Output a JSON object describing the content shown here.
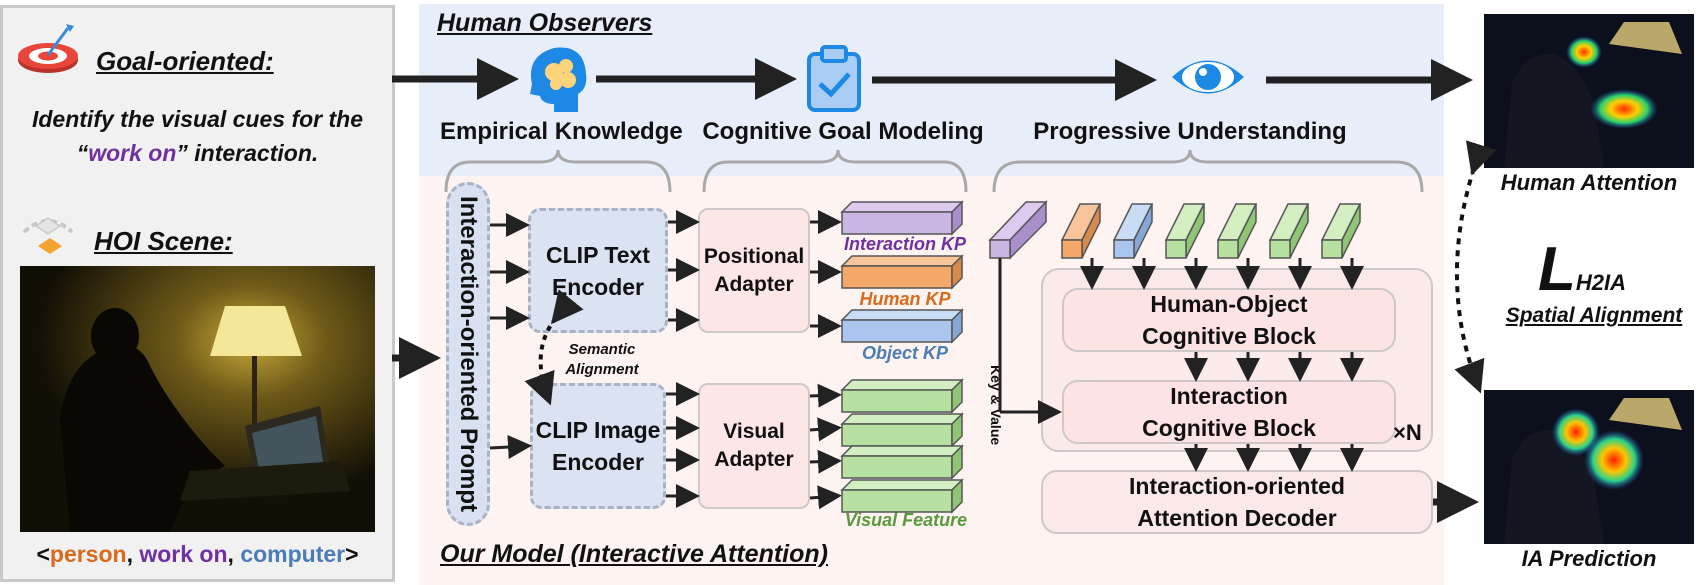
{
  "left_panel": {
    "goal_heading": "Goal-oriented:",
    "task_line1": "Identify the visual cues for the",
    "task_quote_open": "“",
    "task_verb": "work on",
    "task_quote_close": "” interaction.",
    "scene_heading": "HOI Scene:",
    "triplet": {
      "open": "<",
      "subject": "person",
      "sep1": ", ",
      "verb": "work on",
      "sep2": ", ",
      "object": "computer",
      "close": ">"
    }
  },
  "observers": {
    "title": "Human Observers",
    "stage_empirical": "Empirical Knowledge",
    "stage_goal": "Cognitive Goal Modeling",
    "stage_progressive": "Progressive Understanding"
  },
  "model": {
    "title": "Our Model (Interactive Attention)",
    "prompt": "Interaction-oriented Prompt",
    "clip_text": [
      "CLIP Text",
      "Encoder"
    ],
    "clip_image": [
      "CLIP Image",
      "Encoder"
    ],
    "semantic_alignment": [
      "Semantic",
      "Alignment"
    ],
    "positional_adapter": [
      "Positional",
      "Adapter"
    ],
    "visual_adapter": [
      "Visual",
      "Adapter"
    ],
    "interaction_kp": "Interaction KP",
    "human_kp": "Human KP",
    "object_kp": "Object KP",
    "visual_feature": "Visual Feature",
    "key_value": "Key & Value",
    "ho_block": [
      "Human-Object",
      "Cognitive Block"
    ],
    "int_block": [
      "Interaction",
      "Cognitive Block"
    ],
    "repeat": "×N",
    "decoder": [
      "Interaction-oriented",
      "Attention Decoder"
    ]
  },
  "right_panel": {
    "human_attention": "Human Attention",
    "loss_symbol": "L",
    "loss_sub": "H2IA",
    "spatial_alignment": "Spatial Alignment",
    "ia_prediction": "IA Prediction"
  },
  "colors": {
    "interaction": "#7030a0",
    "human": "#d86a1c",
    "object": "#4a7cb5",
    "visual": "#5a9a3c",
    "purple_fill": "#c9b6e2",
    "orange_fill": "#f4a86a",
    "blue_fill": "#a9c6ee",
    "green_fill": "#b7e1a0"
  },
  "icons": [
    "target-icon",
    "brain-icon",
    "clipboard-check-icon",
    "eye-icon",
    "scene-cube-icon"
  ]
}
